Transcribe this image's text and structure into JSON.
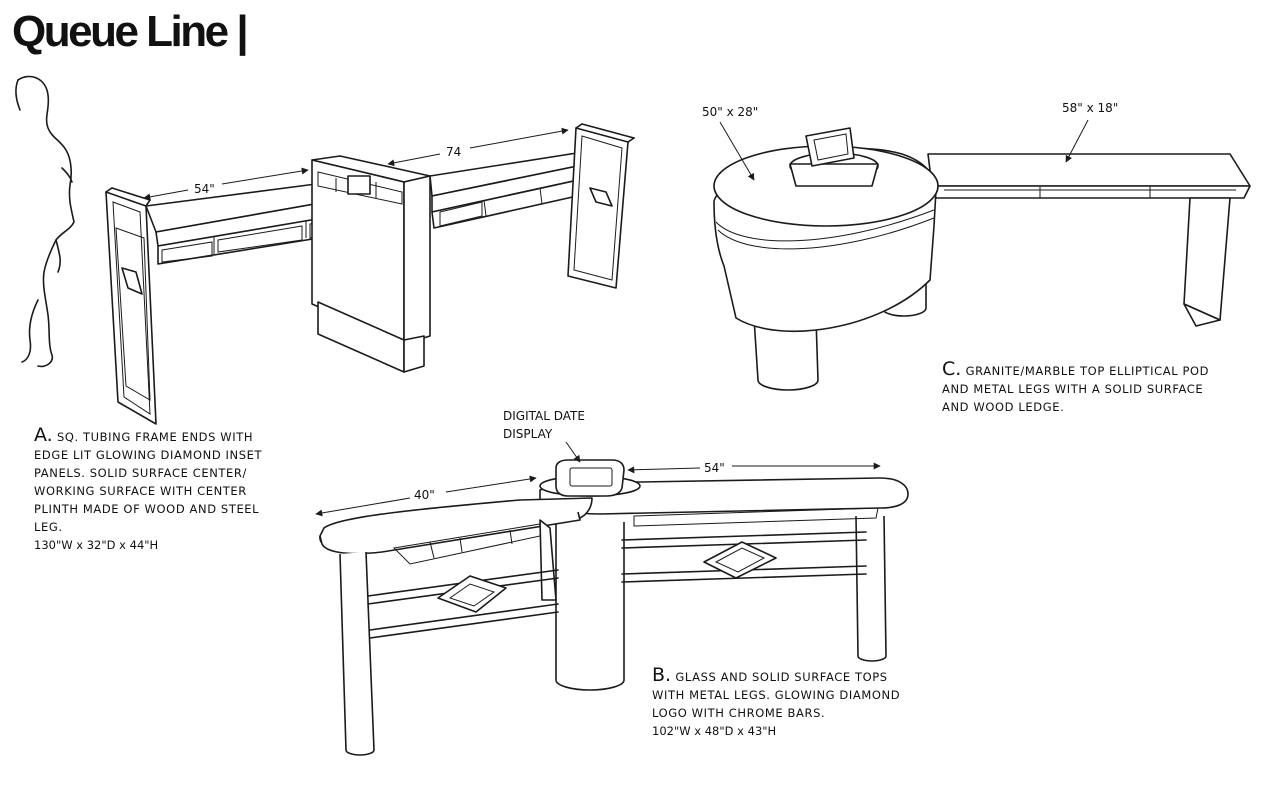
{
  "title": "Queue Line |",
  "design_a": {
    "dims": {
      "left_width": "54\"",
      "right_width": "74"
    },
    "caption_letter": "A.",
    "caption_lines": [
      "sq. tubing frame ends with",
      "edge lit glowing diamond inset",
      "panels.  Solid surface center/",
      "working surface with center",
      "plinth made of wood and steel",
      "leg."
    ],
    "size": "130\"W x 32\"D x 44\"H"
  },
  "design_b": {
    "dims": {
      "left_width": "40\"",
      "right_width": "54\""
    },
    "callout": [
      "DIGITAL DATE",
      "DISPLAY"
    ],
    "caption_letter": "B.",
    "caption_lines": [
      "glass and solid surface tops",
      "with metal legs.  Glowing diamond",
      "logo with chrome bars."
    ],
    "size": "102\"W x 48\"D x 43\"H"
  },
  "design_c": {
    "dims": {
      "pod": "50\" x 28\"",
      "ledge": "58\" x 18\""
    },
    "caption_letter": "C.",
    "caption_lines": [
      "granite/marble top elliptical pod",
      "and metal legs with a solid surface",
      "and wood ledge."
    ]
  }
}
